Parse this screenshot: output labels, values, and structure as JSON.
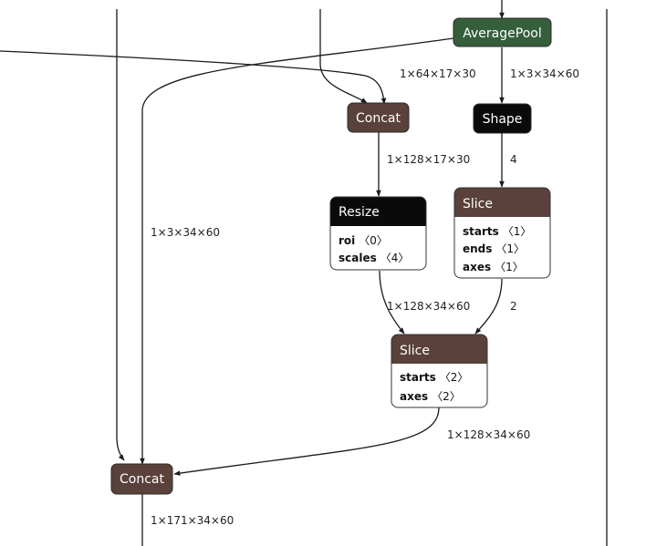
{
  "colors": {
    "pool": "#355e3b",
    "op": "#5a413b",
    "black": "#0a0a0a",
    "edge": "#1a1a1a",
    "border": "#333333"
  },
  "nodes": {
    "averagepool": {
      "title": "AveragePool"
    },
    "concat_top": {
      "title": "Concat"
    },
    "shape": {
      "title": "Shape"
    },
    "resize": {
      "title": "Resize",
      "attrs": [
        {
          "key": "roi",
          "value": "〈0〉"
        },
        {
          "key": "scales",
          "value": "〈4〉"
        }
      ]
    },
    "slice_right": {
      "title": "Slice",
      "attrs": [
        {
          "key": "starts",
          "value": "〈1〉"
        },
        {
          "key": "ends",
          "value": "〈1〉"
        },
        {
          "key": "axes",
          "value": "〈1〉"
        }
      ]
    },
    "slice_mid": {
      "title": "Slice",
      "attrs": [
        {
          "key": "starts",
          "value": "〈2〉"
        },
        {
          "key": "axes",
          "value": "〈2〉"
        }
      ]
    },
    "concat_bottom": {
      "title": "Concat"
    }
  },
  "edges": {
    "pool_to_concat": "1×64×17×30",
    "pool_to_shape": "1×3×34×60",
    "concat_to_resize": "1×128×17×30",
    "shape_to_slice": "4",
    "pool_to_concat_bottom": "1×3×34×60",
    "resize_to_slice": "1×128×34×60",
    "slice_to_slice": "2",
    "slice_to_concat_bottom": "1×128×34×60",
    "concat_bottom_out": "1×171×34×60"
  }
}
